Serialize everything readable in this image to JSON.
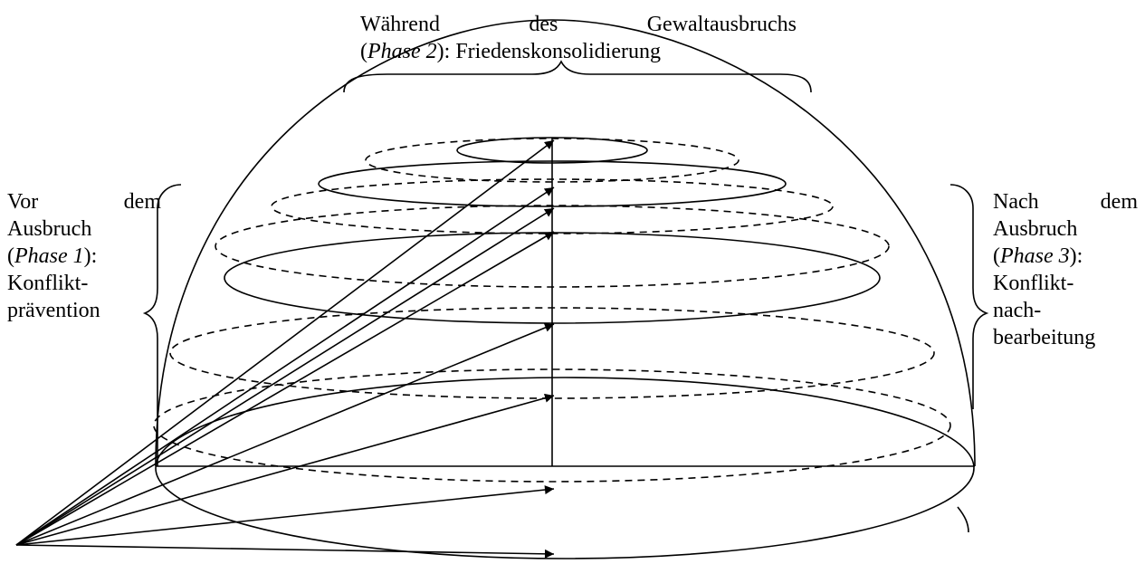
{
  "labels": {
    "top": {
      "line1_words": [
        "Während",
        "des",
        "Gewaltausbruchs"
      ],
      "line2_open": "(",
      "line2_phase": "Phase 2",
      "line2_rest": "): Friedenskonsolidierung"
    },
    "left": {
      "line1_words": [
        "Vor",
        "dem"
      ],
      "line2": "Ausbruch",
      "line3_open": "(",
      "line3_phase": "Phase 1",
      "line3_rest": "):",
      "line4": "Konflikt-",
      "line5": "prävention"
    },
    "right": {
      "line1_words": [
        "Nach",
        "dem"
      ],
      "line2": "Ausbruch",
      "line3_open": "(",
      "line3_phase": "Phase 3",
      "line3_rest": "):",
      "line4": "Konflikt-",
      "line5": "nach-",
      "line6": "bearbeitung"
    }
  },
  "colors": {
    "stroke": "#000000",
    "background": "#ffffff"
  }
}
